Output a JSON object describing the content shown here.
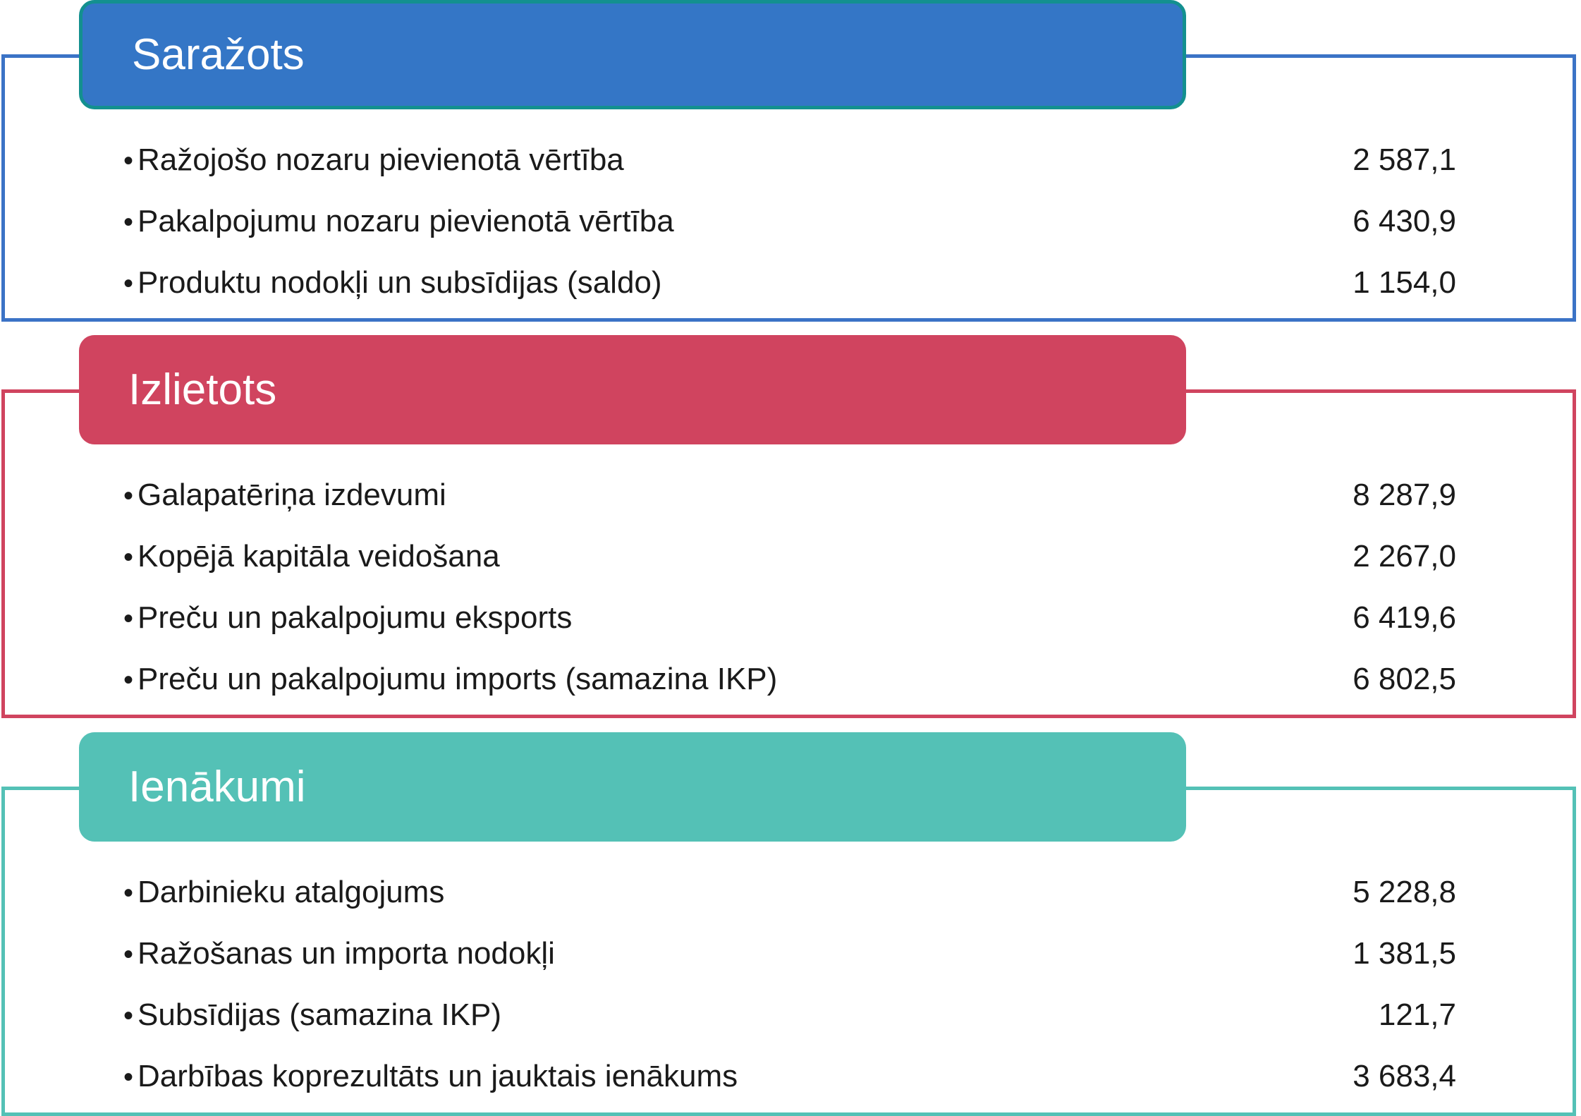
{
  "sections": [
    {
      "title": "Saražots",
      "frame_color": "#3b73c6",
      "header_color": "#3476c6",
      "items": [
        {
          "label": "Ražojošo nozaru pievienotā vērtība",
          "value": "2 587,1"
        },
        {
          "label": "Pakalpojumu nozaru pievienotā vērtība",
          "value": "6 430,9"
        },
        {
          "label": "Produktu nodokļi un subsīdijas (saldo)",
          "value": "1 154,0"
        }
      ]
    },
    {
      "title": "Izlietots",
      "frame_color": "#d0445f",
      "header_color": "#d0445f",
      "items": [
        {
          "label": "Galapatēriņa izdevumi",
          "value": "8 287,9"
        },
        {
          "label": "Kopējā kapitāla veidošana",
          "value": "2 267,0"
        },
        {
          "label": "Preču un pakalpojumu eksports",
          "value": "6 419,6"
        },
        {
          "label": "Preču un pakalpojumu imports (samazina IKP)",
          "value": "6 802,5"
        }
      ]
    },
    {
      "title": "Ienākumi",
      "frame_color": "#54c1b6",
      "header_color": "#54c1b6",
      "items": [
        {
          "label": "Darbinieku atalgojums",
          "value": "5 228,8"
        },
        {
          "label": "Ražošanas un importa nodokļi",
          "value": "1 381,5"
        },
        {
          "label": "Subsīdijas (samazina IKP)",
          "value": "121,7"
        },
        {
          "label": "Darbības koprezultāts un jauktais ienākums",
          "value": "3 683,4"
        }
      ]
    }
  ],
  "bullet": "•"
}
